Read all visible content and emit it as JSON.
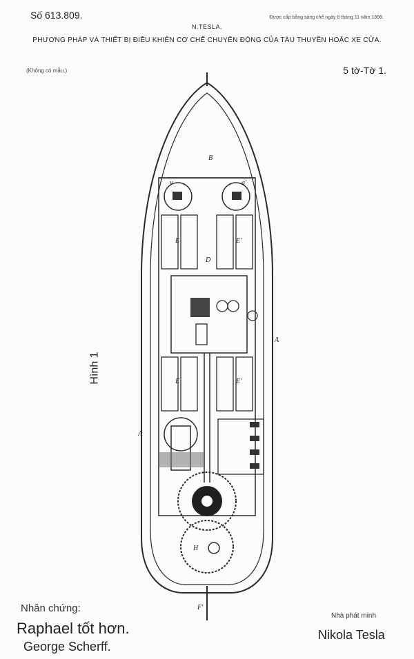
{
  "header": {
    "patent_number": "Số 613.809.",
    "grant_date": "Được cấp bằng sáng chế ngày 8 tháng 11 năm 1898.",
    "inventor": "N.TESLA.",
    "title": "PHƯƠNG PHÁP VÀ THIẾT BỊ ĐIỀU KHIỂN CƠ CHẾ CHUYỂN ĐỘNG CỦA TÀU THUYỀN HOẶC XE CỬA.",
    "no_model": "(Không có mẫu.)",
    "sheet": "5 tờ-Tờ 1."
  },
  "figure": {
    "label": "Hình 1",
    "letters": {
      "bow": "B",
      "hull": "A",
      "hull_lower": "A",
      "shaft": "D",
      "battery_left_upper": "E",
      "battery_right_upper": "E'",
      "battery_left_lower": "E",
      "battery_right_lower": "E'",
      "motor_left": "v",
      "motor_right": "a'",
      "stern": "F'",
      "rudder_wheel": "H"
    }
  },
  "footer": {
    "witness_label": "Nhân chứng:",
    "witness_1": "Raphael tốt hơn.",
    "witness_2": "George Scherff.",
    "inventor_label": "Nhà phát minh",
    "inventor_signature": "Nikola Tesla"
  }
}
